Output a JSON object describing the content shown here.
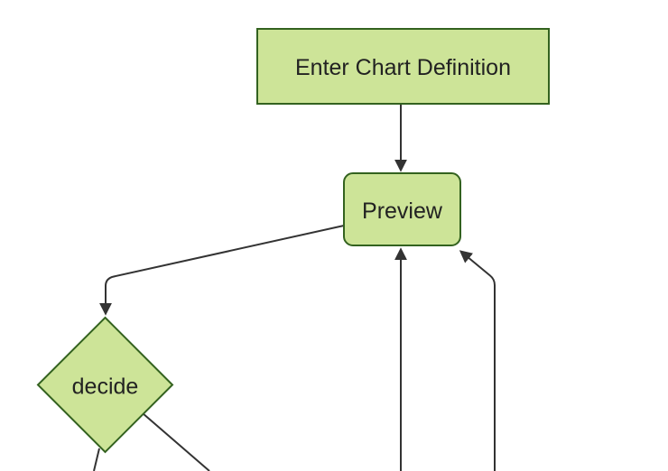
{
  "diagram": {
    "type": "flowchart",
    "direction": "top-down",
    "nodes": [
      {
        "id": "A",
        "label": "Enter Chart Definition",
        "shape": "rectangle"
      },
      {
        "id": "B",
        "label": "Preview",
        "shape": "rounded-rectangle"
      },
      {
        "id": "C",
        "label": "decide",
        "shape": "diamond"
      }
    ],
    "edges": [
      {
        "from": "Enter Chart Definition",
        "to": "Preview",
        "arrow": true
      },
      {
        "from": "Preview",
        "to": "decide",
        "arrow": true
      },
      {
        "from": "decide",
        "to": "offscreen-bottom-left",
        "arrow": false
      },
      {
        "from": "decide",
        "to": "offscreen-bottom-right",
        "arrow": false
      },
      {
        "from": "offscreen-bottom",
        "to": "Preview",
        "arrow": true
      },
      {
        "from": "offscreen-bottom-right",
        "to": "Preview",
        "arrow": true
      }
    ],
    "theme": {
      "node_fill": "#cde498",
      "node_border": "#33621f",
      "edge_color": "#333333",
      "label_color": "#222222",
      "background": "#ffffff"
    }
  }
}
